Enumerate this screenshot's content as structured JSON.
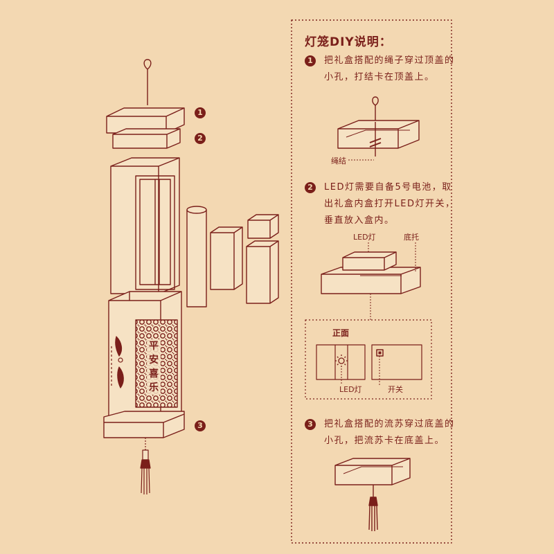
{
  "colors": {
    "background": "#f3d8b2",
    "ink": "#7a1f1a",
    "panel": "#f6e2c4"
  },
  "title": "灯笼DIY说明：",
  "left_labels": [
    "1",
    "2",
    "3"
  ],
  "steps": [
    {
      "num": "1",
      "lines": [
        "把礼盒搭配的绳子穿过顶盖的",
        "小孔，打结卡在顶盖上。"
      ]
    },
    {
      "num": "2",
      "lines": [
        "LED灯需要自备5号电池，取",
        "出礼盒内盒打开LED灯开关，",
        "垂直放入盒内。"
      ]
    },
    {
      "num": "3",
      "lines": [
        "把礼盒搭配的流苏穿过底盖的",
        "小孔，把流苏卡在底盖上。"
      ]
    }
  ],
  "labels": {
    "knot": "绳结",
    "led": "LED灯",
    "base": "底托",
    "front": "正面",
    "led_front": "LED灯",
    "switch": "开关"
  },
  "lantern_text": "平安喜乐",
  "icons": [
    "rope-icon",
    "tassel-icon",
    "sun-icon",
    "switch-icon"
  ]
}
